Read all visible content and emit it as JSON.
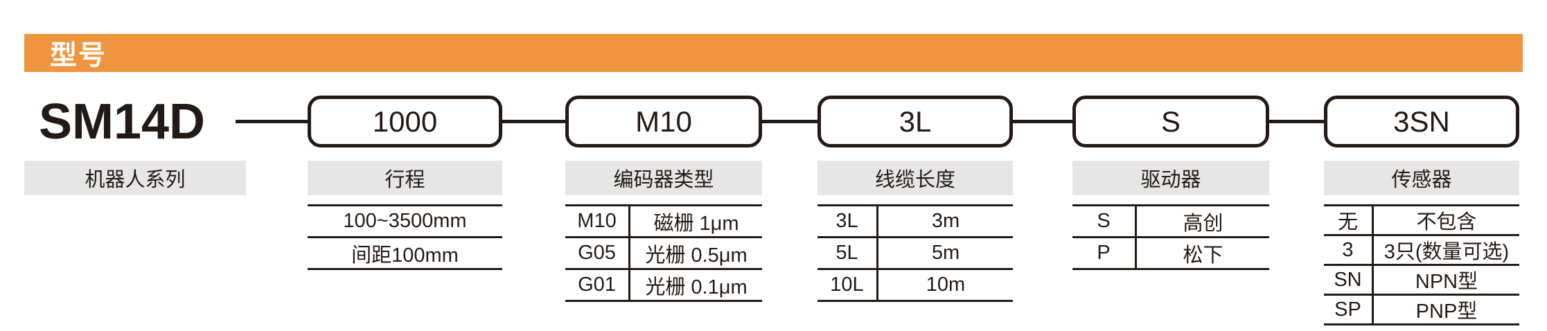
{
  "header": {
    "title": "型号"
  },
  "model": {
    "series_code": "SM14D",
    "series_label": "机器人系列",
    "segments": [
      {
        "code": "1000",
        "label": "行程",
        "rows": [
          [
            "100~3500mm"
          ],
          [
            "间距100mm"
          ]
        ]
      },
      {
        "code": "M10",
        "label": "编码器类型",
        "rows": [
          [
            "M10",
            "磁栅 1μm"
          ],
          [
            "G05",
            "光栅 0.5μm"
          ],
          [
            "G01",
            "光栅 0.1μm"
          ]
        ]
      },
      {
        "code": "3L",
        "label": "线缆长度",
        "rows": [
          [
            "3L",
            "3m"
          ],
          [
            "5L",
            "5m"
          ],
          [
            "10L",
            "10m"
          ]
        ]
      },
      {
        "code": "S",
        "label": "驱动器",
        "rows": [
          [
            "S",
            "高创"
          ],
          [
            "P",
            "松下"
          ]
        ]
      },
      {
        "code": "3SN",
        "label": "传感器",
        "rows": [
          [
            "无",
            "不包含"
          ],
          [
            "3",
            "3只(数量可选)"
          ],
          [
            "SN",
            "NPN型"
          ],
          [
            "SP",
            "PNP型"
          ]
        ]
      }
    ]
  },
  "colors": {
    "accent": "#F0953F",
    "ink": "#231916",
    "label-bg": "#E6E6E6",
    "title-text": "#FFFFFF"
  }
}
